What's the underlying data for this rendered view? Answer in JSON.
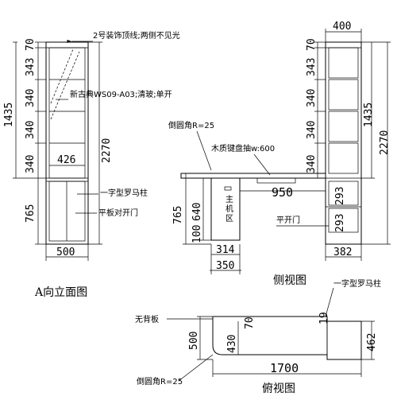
{
  "front": {
    "title": "A向立面图",
    "dims_left": [
      "70",
      "343",
      "340",
      "340",
      "340",
      "765",
      "1435"
    ],
    "dim_total": "2270",
    "dim_inner_width": "426",
    "dim_bottom_width": "500",
    "notes": [
      "2号装饰顶线;两侧不见光",
      "新古典WS09-A03;清玻;单开",
      "一字型罗马柱",
      "平板对开门"
    ]
  },
  "side": {
    "title": "侧视图",
    "dim_top": "400",
    "dims_right": [
      "70",
      "343",
      "340",
      "340",
      "340"
    ],
    "dim_1435": "1435",
    "dim_total": "2270",
    "dim_950": "950",
    "dims_desk_left": [
      "765",
      "640",
      "100"
    ],
    "dims_drawers": [
      "293",
      "293"
    ],
    "dim_314": "314",
    "dim_350": "350",
    "dim_382": "382",
    "host_label_1": "主",
    "host_label_2": "机",
    "host_label_3": "区",
    "notes": [
      "倒圆角R=25",
      "木质键盘抽w:600",
      "平开门"
    ]
  },
  "top": {
    "title": "俯视图",
    "dim_500": "500",
    "dim_430": "430",
    "dim_70": "70",
    "dim_19": "19",
    "dim_462": "462",
    "dim_1700": "1700",
    "notes": [
      "无背板",
      "一字型罗马柱",
      "倒圆角R=25"
    ]
  }
}
